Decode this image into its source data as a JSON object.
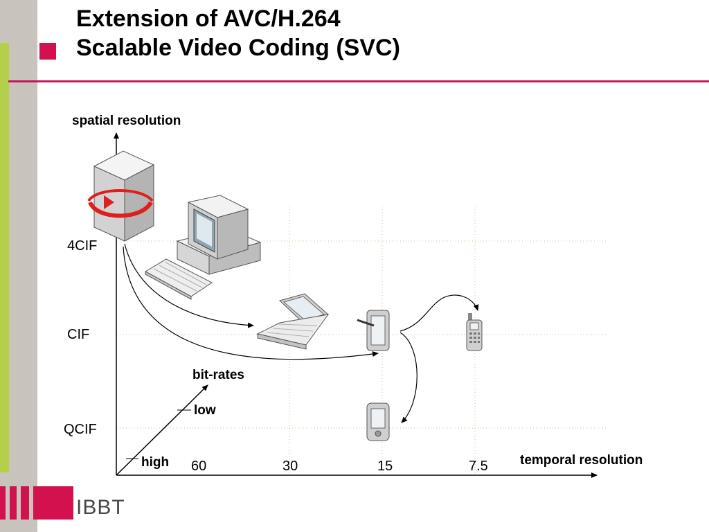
{
  "slide": {
    "title_line1": "Extension of AVC/H.264",
    "title_line2": "Scalable Video Coding (SVC)",
    "brand": "IBBT",
    "accent_color": "#d3114f",
    "green_band_color": "#b4cf4a"
  },
  "diagram": {
    "y_axis_label": "spatial resolution",
    "x_axis_label": "temporal resolution",
    "y_ticks": [
      "4CIF",
      "CIF",
      "QCIF"
    ],
    "x_ticks": [
      "60",
      "30",
      "15",
      "7.5"
    ],
    "z_axis_label": "bit-rates",
    "z_ticks": [
      "low",
      "high"
    ],
    "devices": [
      "server-icon",
      "desktop-computer-icon",
      "laptop-icon",
      "pda-with-stylus-icon",
      "mobile-phone-icon",
      "handheld-pda-icon"
    ]
  }
}
